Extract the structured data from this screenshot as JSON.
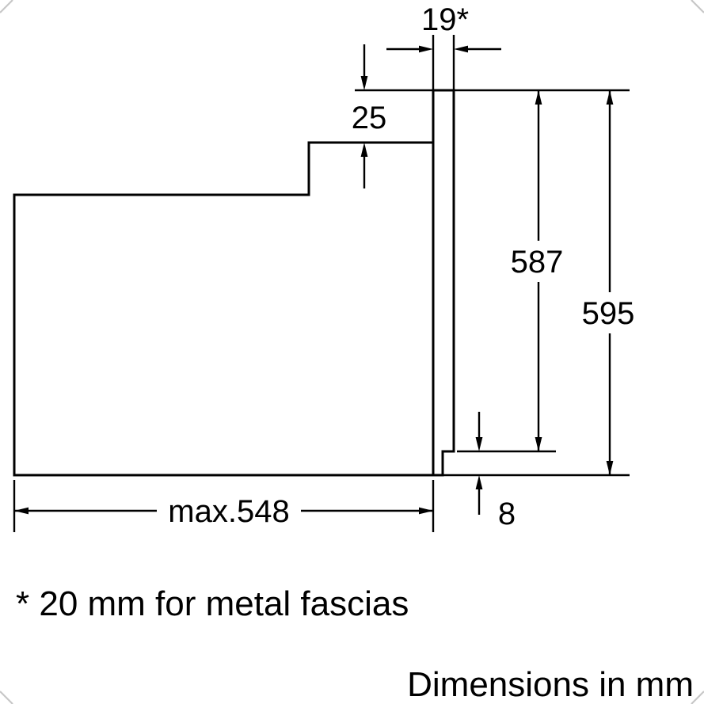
{
  "diagram": {
    "labels": {
      "fascia_width": "19*",
      "fascia_top_overhang": "25",
      "case_height": "587",
      "overall_height": "595",
      "bottom_gap": "8",
      "max_depth": "max.548"
    },
    "footnote": "* 20 mm for metal fascias",
    "units_note": "Dimensions in mm",
    "colors": {
      "line": "#000000",
      "background": "#ffffff"
    }
  }
}
